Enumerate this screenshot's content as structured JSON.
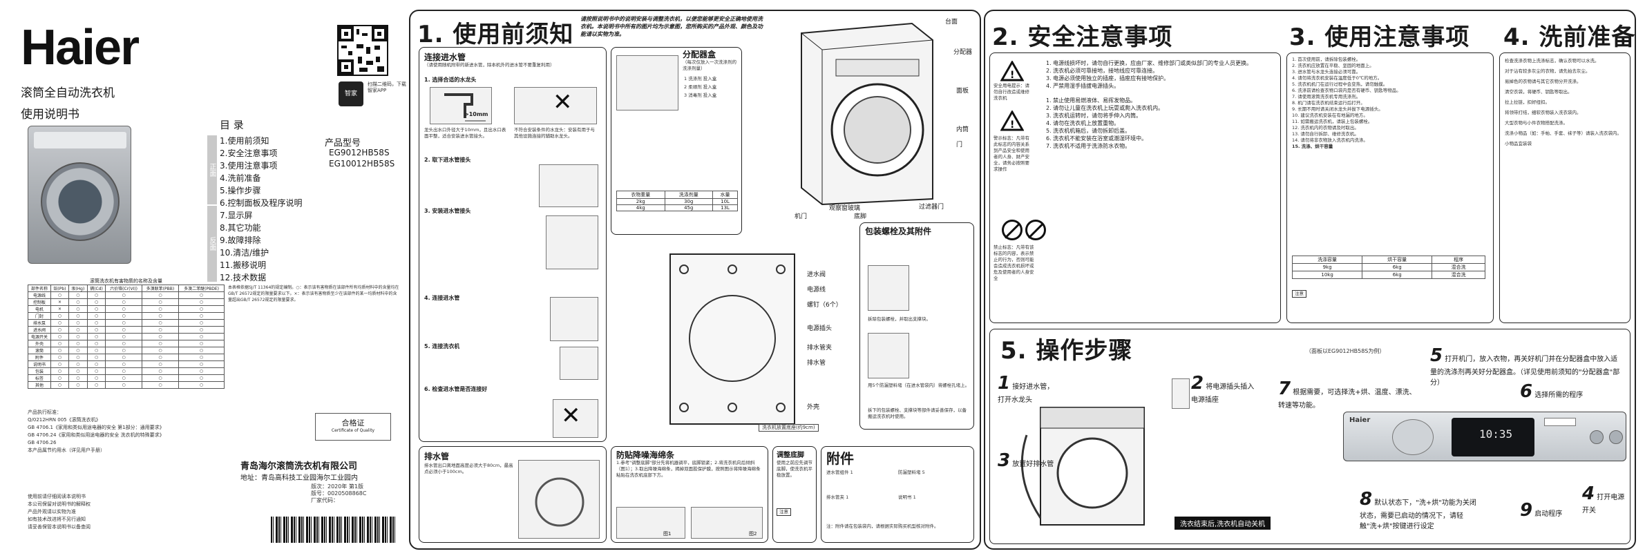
{
  "cover": {
    "brand": "Haier",
    "product_name": "滚筒全自动洗衣机",
    "manual_name": "使用说明书",
    "smart_home_label": "智家",
    "qr_note": "扫描二维码，下载智家APP",
    "toc_title": "目 录",
    "toc_group_1": "正面",
    "toc_group_2": "反面",
    "toc_items": [
      "1.使用前须知",
      "2.安全注意事项",
      "3.使用注意事项",
      "4.洗前准备",
      "5.操作步骤",
      "6.控制面板及程序说明",
      "7.显示屏",
      "8.其它功能",
      "9.故障排除",
      "10.清洁/维护",
      "11.搬移说明",
      "12.技术数据"
    ],
    "model_label": "产品型号",
    "models": [
      "EG9012HB58S",
      "EG10012HB58S"
    ],
    "hazard_caption": "滚筒洗衣机有害物质的名称及含量",
    "hazard_headers": [
      "部件名称",
      "铅(Pb)",
      "汞(Hg)",
      "镉(Cd)",
      "六价铬(Cr(VI))",
      "多溴联苯(PBB)",
      "多溴二苯醚(PBDE)"
    ],
    "hazard_rows": [
      [
        "电源线",
        "○",
        "○",
        "○",
        "○",
        "○",
        "○"
      ],
      [
        "控制板",
        "×",
        "○",
        "○",
        "○",
        "○",
        "○"
      ],
      [
        "电机",
        "×",
        "○",
        "○",
        "○",
        "○",
        "○"
      ],
      [
        "门封",
        "○",
        "○",
        "○",
        "○",
        "○",
        "○"
      ],
      [
        "排水泵",
        "○",
        "○",
        "○",
        "○",
        "○",
        "○"
      ],
      [
        "进水阀",
        "○",
        "○",
        "○",
        "○",
        "○",
        "○"
      ],
      [
        "电源开关",
        "○",
        "○",
        "○",
        "○",
        "○",
        "○"
      ],
      [
        "外壳",
        "○",
        "○",
        "○",
        "○",
        "○",
        "○"
      ],
      [
        "滚筒",
        "○",
        "○",
        "○",
        "○",
        "○",
        "○"
      ],
      [
        "附件",
        "○",
        "○",
        "○",
        "○",
        "○",
        "○"
      ],
      [
        "说明书",
        "○",
        "○",
        "○",
        "○",
        "○",
        "○"
      ],
      [
        "包装",
        "○",
        "○",
        "○",
        "○",
        "○",
        "○"
      ],
      [
        "标签",
        "○",
        "○",
        "○",
        "○",
        "○",
        "○"
      ],
      [
        "其他",
        "○",
        "○",
        "○",
        "○",
        "○",
        "○"
      ]
    ],
    "hazard_notes": "本表格依据SJ/T 11364的规定编制。○：表示该有害物质在该部件所有均质材料中的含量均在GB/T 26572规定的限量要求以下。×：表示该有害物质至少在该部件的某一均质材料中的含量超出GB/T 26572规定的限量要求。",
    "standards": [
      "产品执行标准：",
      "Q/0212HRN 005《滚筒洗衣机》",
      "GB 4706.1《家用和类似用途电器的安全 第1部分：通用要求》",
      "GB 4706.24《家用和类似用途电器的安全 洗衣机的特殊要求》",
      "GB 4706.26",
      "本产品属节约用水（详见用户手册）"
    ],
    "cert_title": "合格证",
    "cert_sub": "Certificate of Quality",
    "company": "青岛海尔滚筒洗衣机有限公司",
    "address": "地址：青岛高科技工业园海尔工业园内",
    "edition": [
      "版次：2020年 第1版",
      "版号：0020508868C",
      "厂家代码："
    ],
    "footnotes": [
      "使用前请仔细阅读本说明书",
      "本公司保留对说明书的解释权",
      "产品外观请以实物为准",
      "如有技术改进将不另行通知",
      "请妥善保管本说明书以备查阅"
    ]
  },
  "sheet1": {
    "title": "1. 使用前须知",
    "intro": "请按照说明书中的说明安装与调整洗衣机，以便您能够更安全正确地使用洗衣机。本说明书中所有的图片均为示意图，您所购买的产品外观、颜色及功能请以实物为准。",
    "connect_water": {
      "head": "连接进水管",
      "note": "（请使用随机附带的新进水管，除本机外的进水管不要重复利用）",
      "steps": [
        "1. 选择合适的水龙头",
        "2. 取下进水管接头",
        "3. 安装进水管接头",
        "4. 连接进水管",
        "5. 连接洗衣机",
        "6. 检查进水管是否连接好"
      ],
      "tap_spec": ">10mm",
      "tap_text": "龙头出水口外径大于10mm，且出水口表面平整，适合安装进水管接头。"
    },
    "drain": {
      "head": "排水管",
      "text": "排水管出口离地面高度必须大于80cm，最高点必须小于100cm。"
    },
    "dispenser": {
      "head": "分配器盒",
      "items": [
        "1 洗涤剂 投入盒",
        "2 柔顺剂 投入盒",
        "3 消毒剂 投入盒"
      ],
      "note": "（每次仅放入一次洗涤剂的洗涤剂量）"
    },
    "detergent_table": {
      "headers": [
        "衣物重量",
        "洗涤剂量",
        "水量"
      ],
      "rows": [
        [
          "2kg",
          "30g",
          "10L"
        ],
        [
          "4kg",
          "45g",
          "13L"
        ]
      ]
    },
    "parts_labels": [
      "台面",
      "分配器",
      "面板",
      "内筒",
      "门",
      "观察窗玻璃",
      "机门",
      "底脚",
      "过滤器门"
    ],
    "back_labels": [
      "进水阀",
      "电源线",
      "螺钉（6个）",
      "电源插头",
      "排水管夹",
      "排水管",
      "外壳"
    ],
    "transport": {
      "head": "包装螺栓及其附件",
      "steps": [
        "拆除包装螺栓，并取出支撑块。",
        "用5个防漏塑料堵（在进水管袋内）将螺栓孔堵上。",
        "拆下的包装螺栓、支撑块等部件请妥善保存，以备搬运洗衣机时使用。"
      ]
    },
    "noise": {
      "head": "防贴降噪海绵条",
      "text": "1.参考\"调整底脚\"部分先将机器调平，底脚锁紧；2.将洗衣机向后倾斜（图1）；3.取出降噪海绵条，揭掉双面胶保护膜，按照图示将降噪海绵条粘贴在洗衣机底部下方。",
      "fig1": "图1",
      "fig2": "图2"
    },
    "feet": {
      "head": "调整底脚",
      "text": "使用之前应先调节底脚，使洗衣机平稳放置。",
      "tip": "注意"
    },
    "accessories": {
      "head": "附件",
      "items": [
        "进水管组件 1",
        "防漏塑料堵 5",
        "排水管夹 1",
        "说明书 1"
      ],
      "note": "注：附件请在包装袋内，请根据实际购买机型核对附件。"
    },
    "fig_caption": "洗衣机放置底座(约9cm)",
    "tap_ok_note": "不符合安装条件的水龙头：安装有用于与其他设施连接的辅助水龙头。"
  },
  "sheet2": {
    "safety": {
      "title": "2. 安全注意事项",
      "intro_warning": "安全用电提示：请勿自行改造或维修洗衣机",
      "warning_label": "警示标志：凡带有此标志的内容关系到产品安全和使用者的人身、财产安全，请务必按照要求操作",
      "prohibit_label": "禁止标志：凡带有该标志的内容，表示禁止的行为，否则可能会造成洗衣机损坏或危及使用者的人身安全",
      "items": [
        "1. 电源线损坏时，请勿自行更换，应由厂家、维修部门或类似部门的专业人员更换。",
        "2. 洗衣机必须可靠接地，接地线应可靠连接。",
        "3. 电源必须使用独立的插座，插座应有接地保护。",
        "4. 严禁用湿手插拔电源插头。",
        "1. 禁止使用易燃液体、易挥发物品。",
        "2. 请勿让儿童在洗衣机上玩耍或爬入洗衣机内。",
        "3. 洗衣机运转时，请勿将手伸入内筒。",
        "4. 请勿在洗衣机上放置重物。",
        "5. 洗衣机机箱后，请勿拆卸后盖。",
        "6. 洗衣机不能安装在浴室或潮湿环境中。",
        "7. 洗衣机不适用于洗涤防水衣物。"
      ]
    },
    "usage": {
      "title": "3. 使用注意事项",
      "items": [
        "1. 首次使用前，请拆除包装螺栓。",
        "2. 洗衣机应放置在平稳、坚固的地面上。",
        "3. 进水管与水龙头连接必须可靠。",
        "4. 请勿将洗衣机安装在温度低于0℃的地方。",
        "5. 洗衣机机门在运行过程中会变热，请勿触摸。",
        "6. 洗涤前请检查衣物口袋内是否有硬币、钥匙等物品。",
        "7. 请使用滚筒洗衣机专用洗涤剂。",
        "8. 机门请在洗衣机结束运行后打开。",
        "9. 长期不用时请关闭水龙头并拔下电源插头。",
        "10. 建议洗衣机安装在有地漏的地方。",
        "11. 如需搬运洗衣机，请装上包装螺栓。",
        "12. 洗衣机内的衣物请及时取出。",
        "13. 请勿自行拆卸、维修洗衣机。",
        "14. 请勿将非衣物放入洗衣机内洗涤。"
      ],
      "table_head": "15. 洗涤、烘干容量",
      "cap_headers": [
        "洗涤容量",
        "烘干容量",
        "程序"
      ],
      "cap_rows": [
        [
          "9kg",
          "6kg",
          "混合洗"
        ],
        [
          "10kg",
          "6kg",
          "混合洗"
        ]
      ],
      "tip": "注意"
    },
    "prepare": {
      "title": "4. 洗前准备",
      "items": [
        "检查洗涤衣物上洗涤标志，确认衣物可以水洗。",
        "对于沾有较多灰尘的衣物，请先拍去灰尘。",
        "易掉色的衣物请与其它衣物分开洗涤。",
        "清空衣袋，将硬币、钥匙等取出。",
        "拉上拉链，扣好纽扣。",
        "将领带打结，细软衣物装入洗衣袋内。",
        "大型衣物与小件衣物搭配洗涤。",
        "洗涤小物品（如：手帕、手套、袜子等）请装入洗衣袋内。"
      ],
      "note": "小物品宜装袋"
    },
    "operate": {
      "title": "5. 操作步骤",
      "model_note": "（面板以EG9012HB58S为例）",
      "steps": [
        {
          "num": "1",
          "text": "接好进水管，打开水龙头"
        },
        {
          "num": "2",
          "text": "将电源插头插入电源插座"
        },
        {
          "num": "3",
          "text": "放置好排水管"
        },
        {
          "num": "4",
          "text": "打开电源开关"
        },
        {
          "num": "5",
          "text": "打开机门，放入衣物，再关好机门并在分配器盒中放入适量的洗涤剂再关好分配器盒。（详见使用前须知的\"分配器盒\"部分）"
        },
        {
          "num": "6",
          "text": "选择所需的程序"
        },
        {
          "num": "7",
          "text": "根据需要，可选择洗+烘、温度、漂洗、转速等功能。"
        },
        {
          "num": "8",
          "text": "默认状态下，\"洗+烘\"功能为关闭状态，需要已启动的情况下，请轻触\"洗+烘\"按键进行设定"
        },
        {
          "num": "9",
          "text": "启动程序"
        }
      ],
      "end_bar": "洗衣结束后,洗衣机自动关机",
      "display_time": "10:35",
      "panel_brand": "Haier"
    }
  }
}
